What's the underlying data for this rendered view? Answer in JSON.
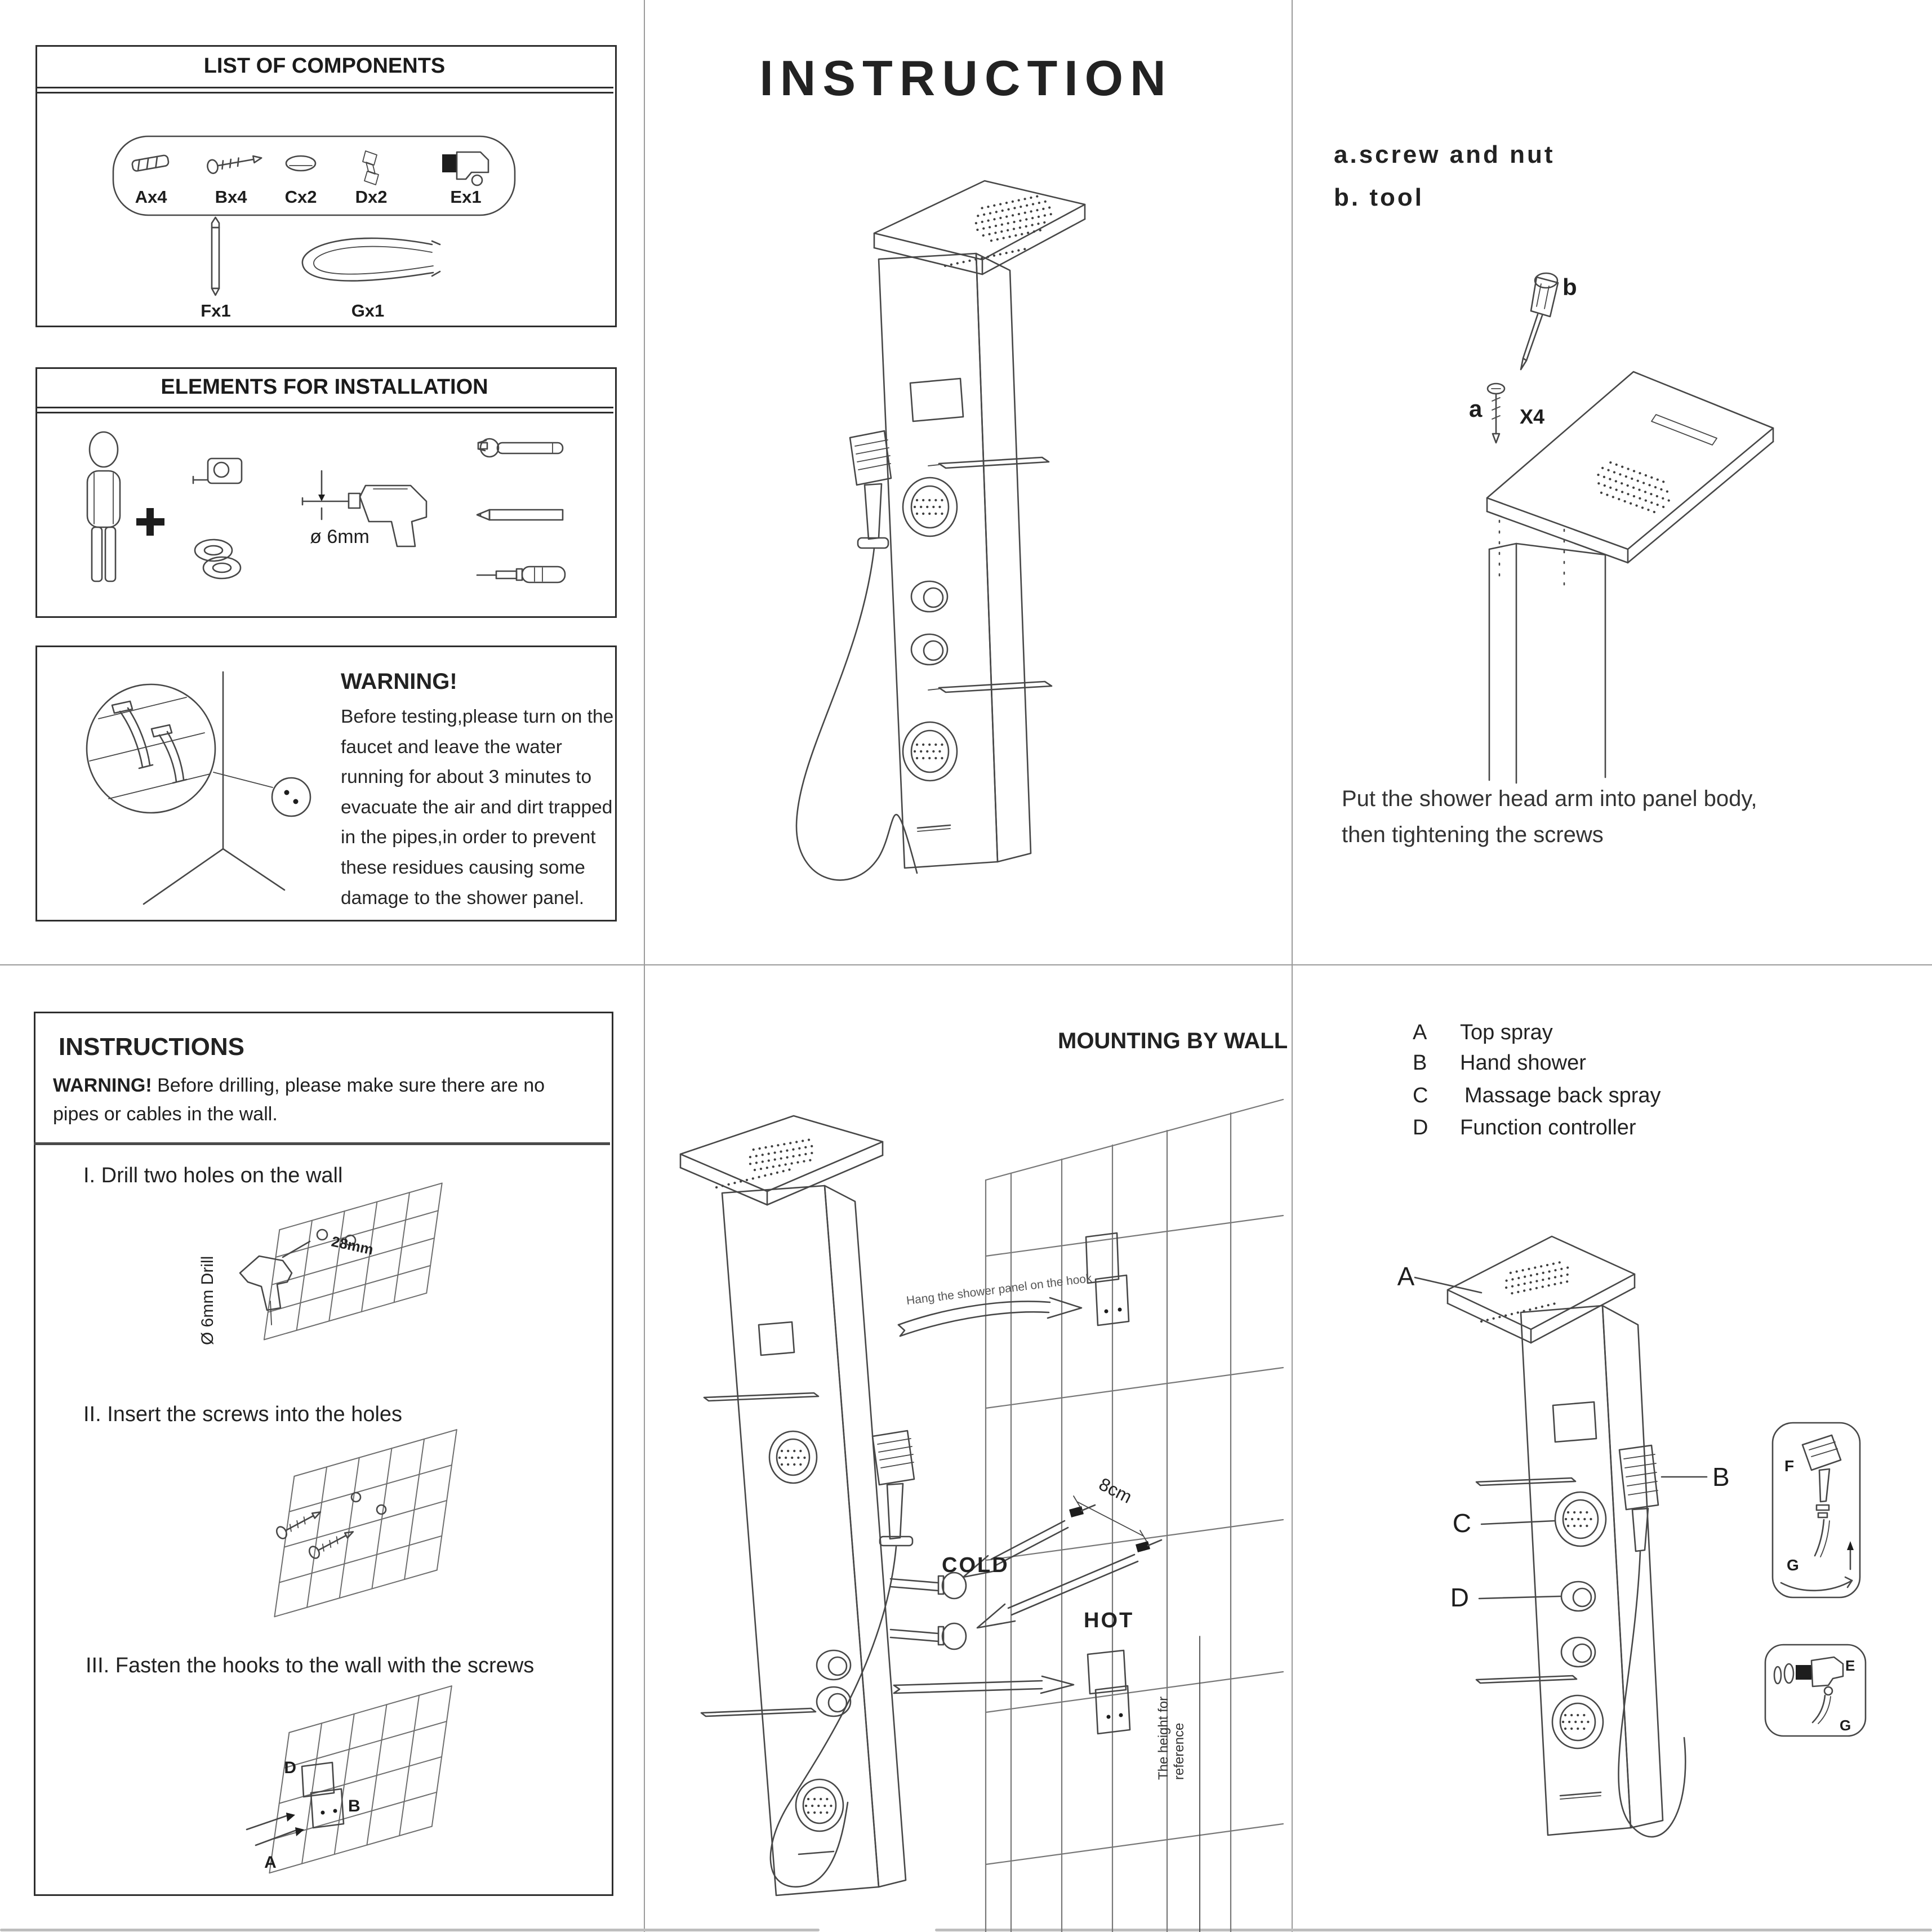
{
  "components": {
    "title": "LIST OF COMPONENTS",
    "items": [
      {
        "label": "Ax4"
      },
      {
        "label": "Bx4"
      },
      {
        "label": "Cx2"
      },
      {
        "label": "Dx2"
      },
      {
        "label": "Ex1"
      }
    ],
    "item_f": "Fx1",
    "item_g": "Gx1"
  },
  "elements": {
    "title": "ELEMENTS FOR INSTALLATION",
    "drill_dia": "ø 6mm"
  },
  "warning_box": {
    "title": "WARNING!",
    "body": "Before testing,please turn on the faucet and leave the water running for about 3 minutes to evacuate the air and dirt trapped in the pipes,in order to prevent these residues causing some damage to the shower panel."
  },
  "instruction": {
    "title": "INSTRUCTION"
  },
  "arm_install": {
    "item_a": "a.screw and nut",
    "item_b": "b. tool",
    "label_a": "a",
    "label_b": "b",
    "qty": "X4",
    "caption_line1": "Put the shower head arm into panel body,",
    "caption_line2": "then tightening the screws"
  },
  "steps": {
    "title": "INSTRUCTIONS",
    "warning_label": "WARNING!",
    "warning_text": " Before drilling, please make sure there are no pipes or cables in the wall.",
    "step1": "I. Drill two holes on the wall",
    "step2": "II. Insert the screws into the holes",
    "step3": "III. Fasten the hooks to the wall with the screws",
    "drill_label": "Ø 6mm Drill",
    "dim_28": "28mm",
    "label_d": "D",
    "label_b": "B",
    "label_a": "A"
  },
  "mounting": {
    "title": "MOUNTING BY WALL",
    "hang_note": "Hang the shower panel on the hook",
    "cold": "COLD",
    "hot": "HOT",
    "dim_8cm": "8cm",
    "height_note": "The height for reference"
  },
  "parts_legend": {
    "rows": [
      {
        "key": "A",
        "label": "Top spray"
      },
      {
        "key": "B",
        "label": "Hand shower"
      },
      {
        "key": "C",
        "label": "Massage back spray"
      },
      {
        "key": "D",
        "label": "Function controller"
      }
    ],
    "diagram": {
      "a": "A",
      "b": "B",
      "c": "C",
      "d": "D",
      "f": "F",
      "g": "G",
      "e": "E",
      "g2": "G"
    }
  }
}
